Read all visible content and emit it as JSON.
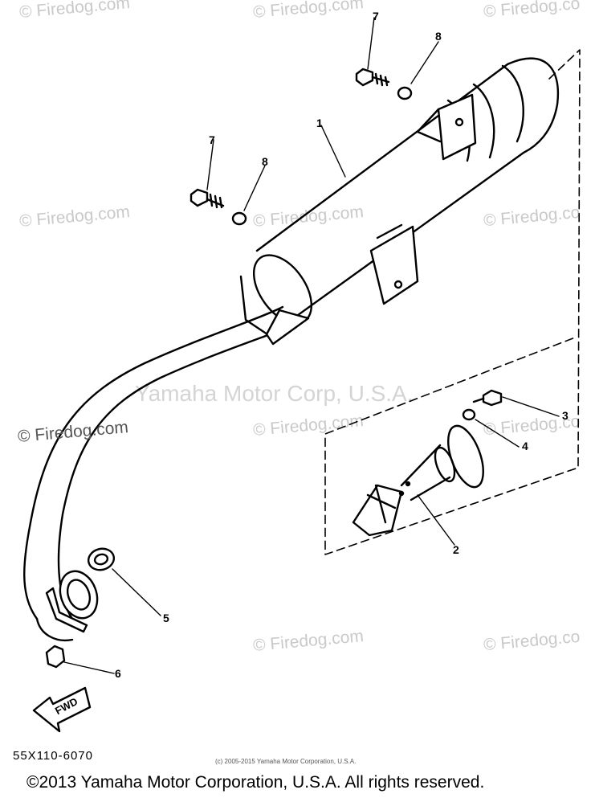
{
  "watermark": {
    "site": "© Firedog.com",
    "site_cut": "© Firedog.co",
    "site_cut_left": "© Firedog.com",
    "center": "Yamaha Motor Corp, U.S.A."
  },
  "callouts": {
    "c1": "1",
    "c2": "2",
    "c3": "3",
    "c4": "4",
    "c5": "5",
    "c6": "6",
    "c7a": "7",
    "c7b": "7",
    "c8a": "8",
    "c8b": "8"
  },
  "fwd_label": "FWD",
  "diagram_code": "55X110-6070",
  "small_copyright": "(c) 2005-2015 Yamaha Motor Corporation, U.S.A.",
  "footer": "©2013 Yamaha Motor Corporation, U.S.A. All rights reserved."
}
